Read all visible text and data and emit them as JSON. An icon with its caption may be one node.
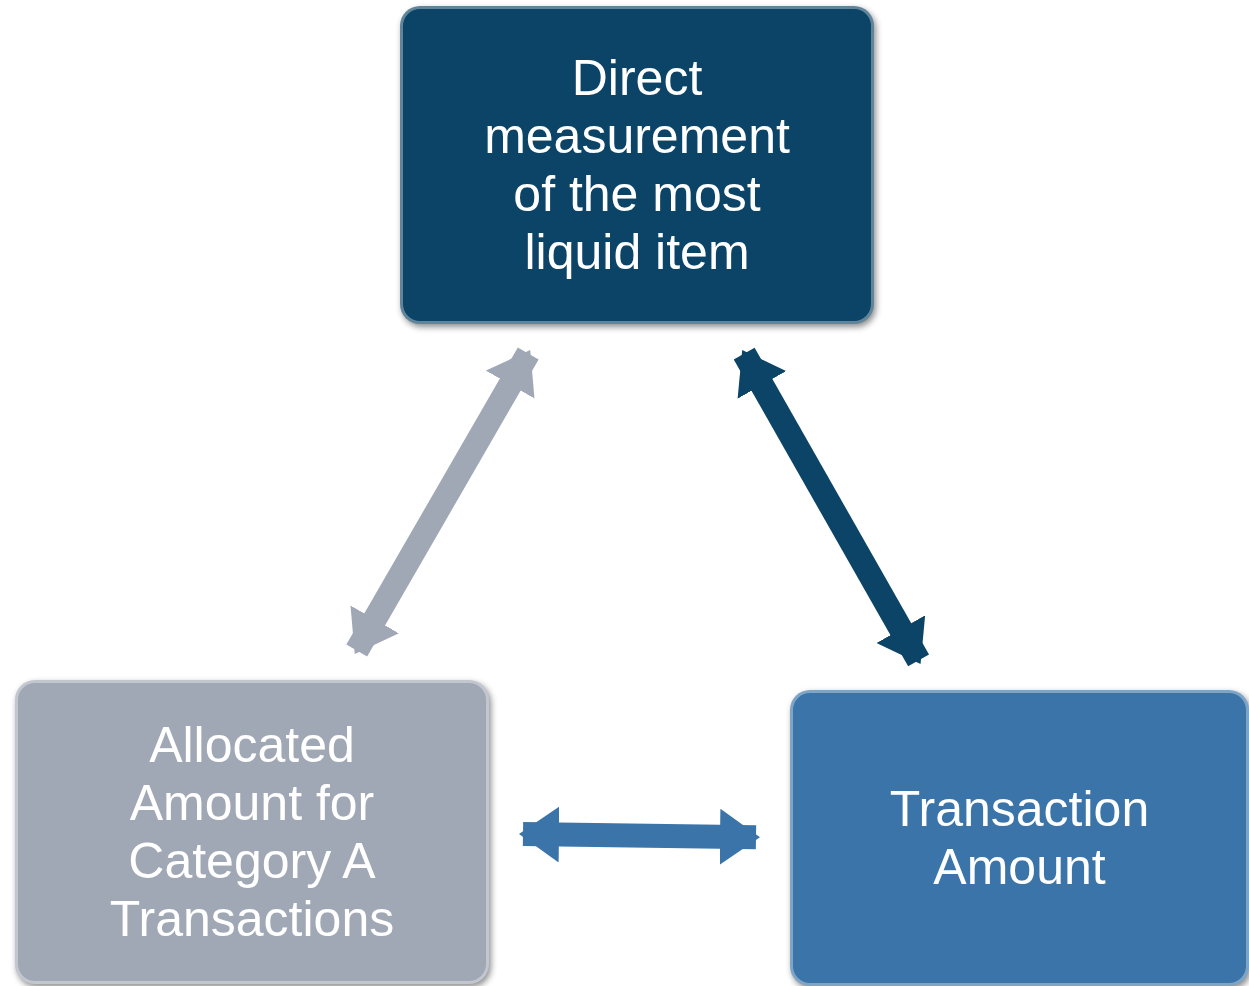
{
  "diagram": {
    "nodes": [
      {
        "text": [
          "Direct measurement of the most liquid item"
        ]
      },
      {
        "text": [
          "Allocated Amount for Category A Transactions"
        ]
      },
      {
        "text": [
          "Transaction Amount"
        ]
      }
    ],
    "edges": [
      {
        "from": 1,
        "to": 0,
        "arrow": "both",
        "color": "#a1a8b5"
      },
      {
        "from": 0,
        "to": 2,
        "arrow": "both",
        "color": "#0b4466"
      },
      {
        "from": 1,
        "to": 2,
        "arrow": "both",
        "color": "#3a74a8"
      }
    ]
  }
}
